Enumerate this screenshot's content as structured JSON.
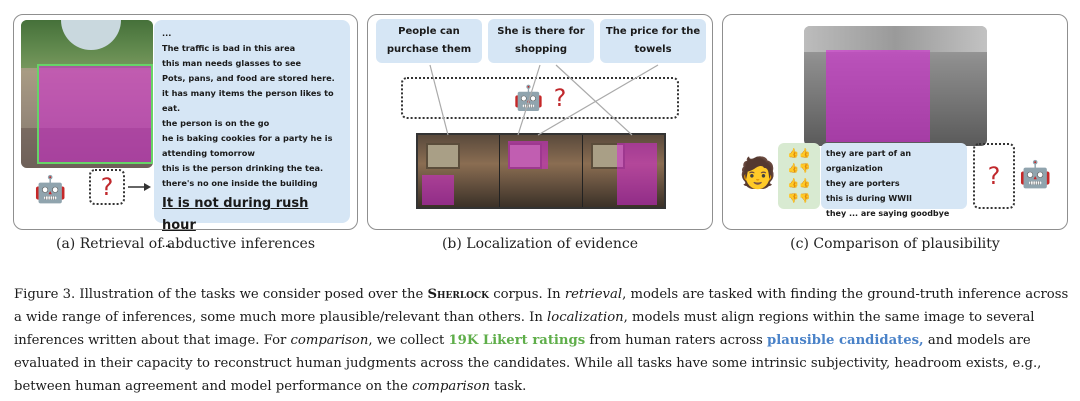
{
  "panel_a": {
    "inferences": [
      "...",
      "The traffic is bad in this area",
      "this man needs glasses to see",
      "Pots, pans, and food are stored here.",
      "it has many items the person likes to eat.",
      "the person is on the go",
      "he is baking cookies for a party he is attending tomorrow",
      "this is the person drinking the tea.",
      "there's no one inside the building"
    ],
    "highlighted": "It is not during rush hour",
    "ellipsis": "...",
    "question_mark": "?",
    "caption": "(a) Retrieval of abductive inferences"
  },
  "panel_b": {
    "cards": [
      "People can purchase them",
      "She is there for shopping",
      "The price for the towels"
    ],
    "question_mark": "?",
    "caption": "(b) Localization of evidence"
  },
  "panel_c": {
    "likert": [
      "👍👍",
      "👍👎",
      "👍👍",
      "👎👎"
    ],
    "inferences": [
      "they are part of an organization",
      "they are porters",
      "this is during WWII",
      "they ... are saying goodbye"
    ],
    "question_mark": "?",
    "caption": "(c) Comparison of plausibility"
  },
  "icons": {
    "robot": "🤖",
    "person": "🧑"
  },
  "paragraph": {
    "p1": "Figure 3. Illustration of the tasks we consider posed over the ",
    "sherlock": "Sherlock",
    "p2": " corpus. In ",
    "retrieval": "retrieval",
    "p3": ", models are tasked with finding the ground-truth inference across a wide range of inferences, some much more plausible/relevant than others. In ",
    "localization": "localization",
    "p4": ", models must align regions within the same image to several inferences written about that image. For ",
    "comparison": "comparison",
    "p5": ", we collect ",
    "likert_ratings": "19K Likert ratings",
    "p6": " from human raters across ",
    "plausible": "plausible candidates,",
    "p7": " and models are evaluated in their capacity to reconstruct human judgments across the candidates. While all tasks have some intrinsic subjectivity, headroom exists, e.g., between human agreement and model performance on the ",
    "comparison2": "comparison",
    "p8": " task."
  },
  "colors": {
    "green_highlight": "#5fae4a",
    "blue_highlight": "#4a82c8",
    "mask_magenta": "#d628d6",
    "card_blue": "#d6e6f5"
  }
}
